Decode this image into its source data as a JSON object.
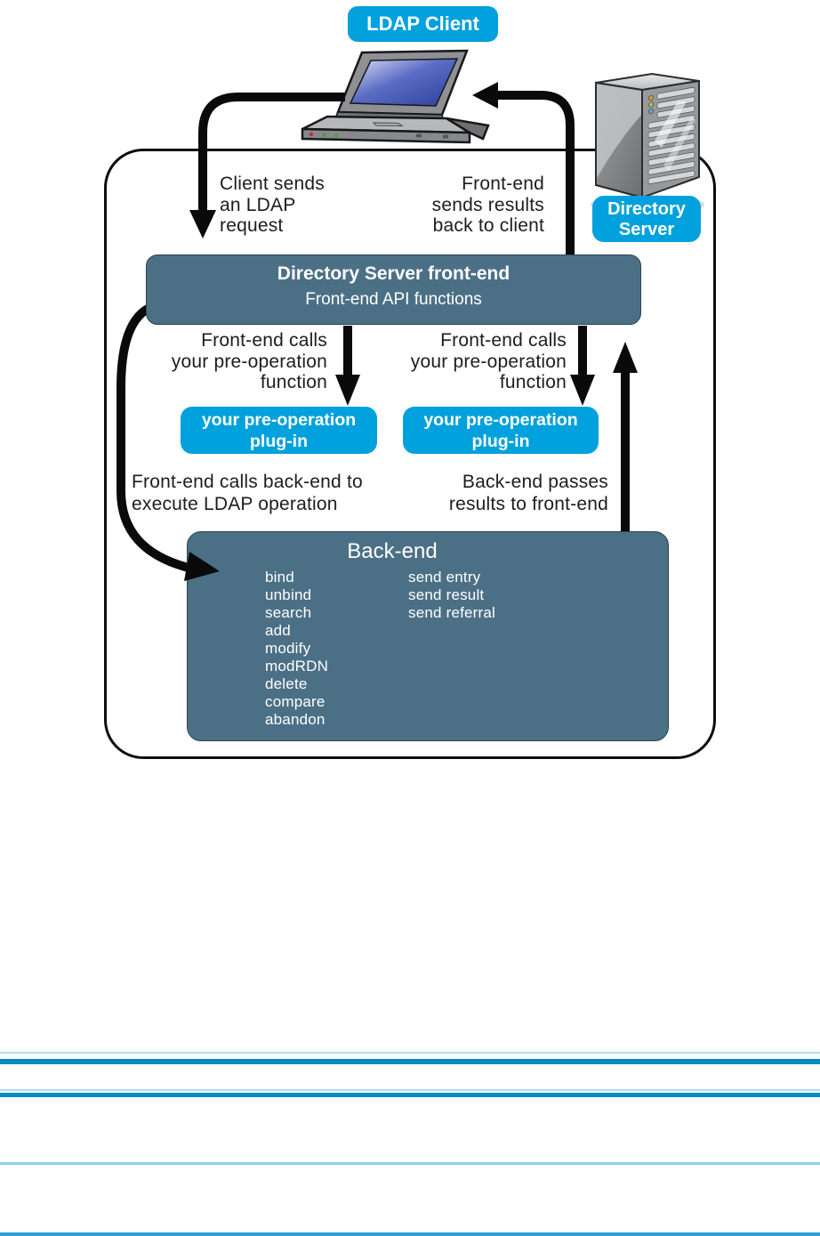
{
  "colors": {
    "accent_blue": "#00a1dc",
    "slate_blue": "#4b7086",
    "ink": "#0a0a0a",
    "rule_dark": "#008bc2",
    "rule_light": "#aedcf2",
    "rule_light2": "#8fcfeb",
    "rule_bottom": "#2f9ed2"
  },
  "badges": {
    "ldap_client": "LDAP Client",
    "directory_server": "Directory\nServer"
  },
  "front_end": {
    "title": "Directory Server front-end",
    "subtitle": "Front-end API functions"
  },
  "plugins": {
    "left": "your pre-operation\nplug-in",
    "right": "your pre-operation\nplug-in"
  },
  "backend": {
    "title": "Back-end",
    "operations": [
      "bind",
      "unbind",
      "search",
      "add",
      "modify",
      "modRDN",
      "delete",
      "compare",
      "abandon"
    ],
    "send_functions": [
      "send entry",
      "send result",
      "send referral"
    ]
  },
  "labels": {
    "client_request": "Client sends\nan LDAP\nrequest",
    "results_to_client": "Front-end\nsends results\nback to client",
    "calls_preop_left": "Front-end calls\nyour pre-operation\nfunction",
    "calls_preop_right": "Front-end calls\nyour pre-operation\nfunction",
    "calls_backend": "Front-end calls back-end to\nexecute LDAP operation",
    "backend_results": "Back-end passes\nresults to front-end"
  },
  "icons": {
    "laptop_icon": "laptop computer (LDAP client machine)",
    "server_tower_icon": "server tower (directory server machine)",
    "arrow_icons": "thick black flow arrows"
  }
}
